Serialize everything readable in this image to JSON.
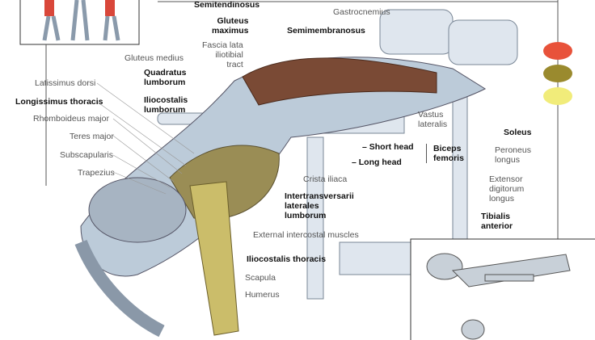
{
  "labels": {
    "semitendinosus": "Semitendinosus",
    "gluteus_maximus": "Gluteus\nmaximus",
    "fascia_lata": "Fascia lata\niliotibial\ntract",
    "gluteus_medius": "Gluteus medius",
    "quadratus_lumborum": "Quadratus\nlumborum",
    "iliocostalis_lumborum": "Iliocostalis\nlumborum",
    "latissimus_dorsi": "Latissimus dorsi",
    "longissimus_thoracis": "Longissimus thoracis",
    "rhomboideus_major": "Rhomboideus major",
    "teres_major": "Teres major",
    "subscapularis": "Subscapularis",
    "trapezius": "Trapezius",
    "gastrocnemius": "Gastrocnemius",
    "semimembranosus": "Semimembranosus",
    "vastus_lateralis": "Vastus\nlateralis",
    "soleus": "Soleus",
    "short_head": "– Short head",
    "long_head": "– Long head",
    "biceps_femoris": "Biceps\nfemoris",
    "peroneus_longus": "Peroneus\nlongus",
    "crista_iliaca": "Crista iliaca",
    "intertransversarii": "Intertransversarii\nlaterales\nlumborum",
    "extensor_digitorum": "Extensor\ndigitorum\nlongus",
    "tibialis_anterior": "Tibialis\nanterior",
    "external_intercostal": "External intercostal muscles",
    "iliocostalis_thoracis": "Iliocostalis thoracis",
    "scapula": "Scapula",
    "humerus": "Humerus"
  },
  "legend_colors": [
    "#e8523a",
    "#9a8a2e",
    "#f1ec7a"
  ]
}
